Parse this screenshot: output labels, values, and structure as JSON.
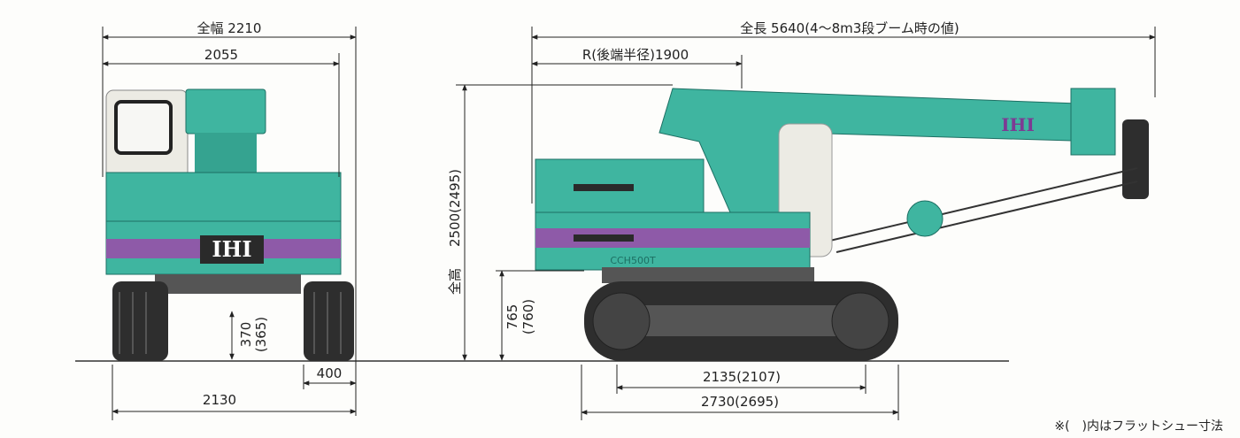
{
  "labels": {
    "overall_width": "全幅 2210",
    "width_2055": "2055",
    "overall_length": "全長 5640(4～8m3段ブーム時の値)",
    "tail_radius": "R(後端半径)1900",
    "overall_height_label": "全高",
    "overall_height_value": "2500(2495)",
    "height_765": "765",
    "height_760": "(760)",
    "clearance_370": "370",
    "clearance_365": "(365)",
    "shoe_400": "400",
    "width_2130": "2130",
    "tumbler_2135": "2135(2107)",
    "crawler_2730": "2730(2695)",
    "footnote": "※(　)内はフラットシュー寸法"
  },
  "logos": {
    "body_front": "IHI",
    "boom": "IHI",
    "side_plate": "CCH500T"
  },
  "colors": {
    "body_teal": "#3fb5a0",
    "stripe_purple": "#8e5aa8",
    "crawler_dark": "#2e2e2e",
    "cab_white": "#ecebe4",
    "line": "#222222"
  }
}
